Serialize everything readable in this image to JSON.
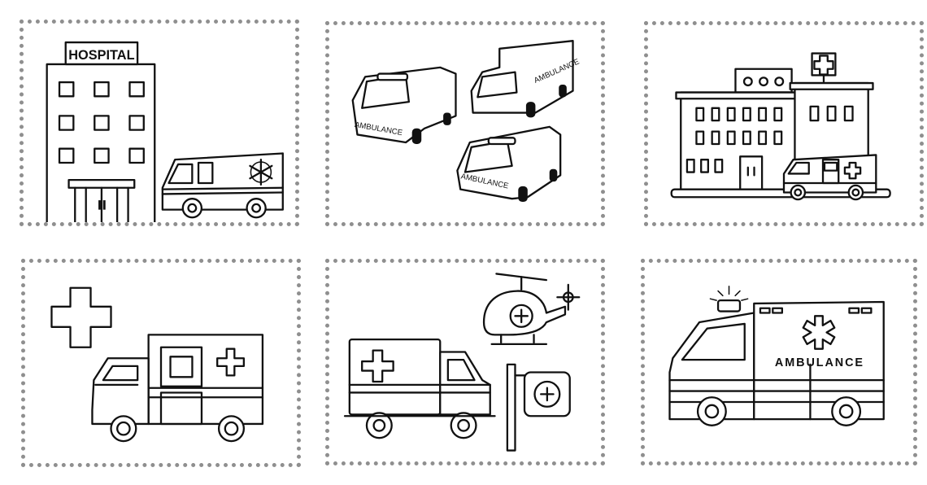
{
  "cards": [
    {
      "name": "hospital-and-ambulance",
      "sign": "HOSPITAL"
    },
    {
      "name": "three-ambulances",
      "labels": [
        "AMBULANCE",
        "AMBULANCE",
        "AMBULANCE"
      ]
    },
    {
      "name": "hospital-building-with-ambulance"
    },
    {
      "name": "cross-and-ambulance"
    },
    {
      "name": "ambulance-helicopter-sign"
    },
    {
      "name": "big-ambulance",
      "label": "AMBULANCE"
    }
  ],
  "colors": {
    "ink": "#111111",
    "border_dots": "#8f8f8f",
    "paper": "#ffffff"
  },
  "icons": [
    "medical-cross-icon",
    "star-of-life-icon",
    "siren-icon",
    "helicopter-icon",
    "hospital-sign-icon"
  ]
}
